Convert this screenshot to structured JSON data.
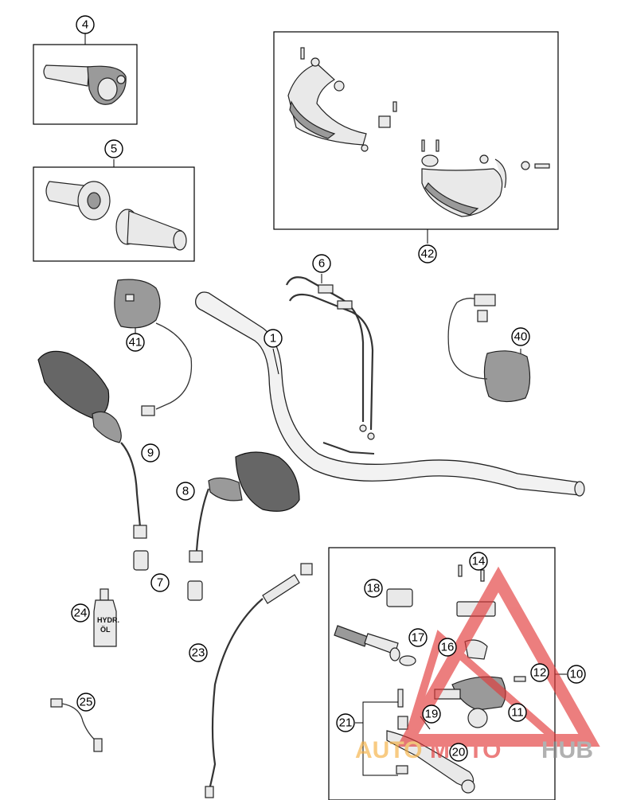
{
  "callouts": [
    {
      "id": "c1",
      "label": "1"
    },
    {
      "id": "c4",
      "label": "4"
    },
    {
      "id": "c5",
      "label": "5"
    },
    {
      "id": "c6",
      "label": "6"
    },
    {
      "id": "c7",
      "label": "7"
    },
    {
      "id": "c8",
      "label": "8"
    },
    {
      "id": "c9",
      "label": "9"
    },
    {
      "id": "c10",
      "label": "10"
    },
    {
      "id": "c11",
      "label": "11"
    },
    {
      "id": "c12",
      "label": "12"
    },
    {
      "id": "c14",
      "label": "14"
    },
    {
      "id": "c16",
      "label": "16"
    },
    {
      "id": "c17",
      "label": "17"
    },
    {
      "id": "c18",
      "label": "18"
    },
    {
      "id": "c19",
      "label": "19"
    },
    {
      "id": "c20",
      "label": "20"
    },
    {
      "id": "c21",
      "label": "21"
    },
    {
      "id": "c23",
      "label": "23"
    },
    {
      "id": "c24",
      "label": "24"
    },
    {
      "id": "c25",
      "label": "25"
    },
    {
      "id": "c40",
      "label": "40"
    },
    {
      "id": "c41",
      "label": "41"
    },
    {
      "id": "c42",
      "label": "42"
    }
  ],
  "bottle": {
    "line1": "HYDR.",
    "line2": "ÖL"
  },
  "watermark": {
    "part1": "AUTO",
    "part2": "MOTO",
    "part3": "HUB",
    "color_red": "#e23a3a",
    "color_orange": "#f5b041",
    "color_gray": "#888888"
  }
}
